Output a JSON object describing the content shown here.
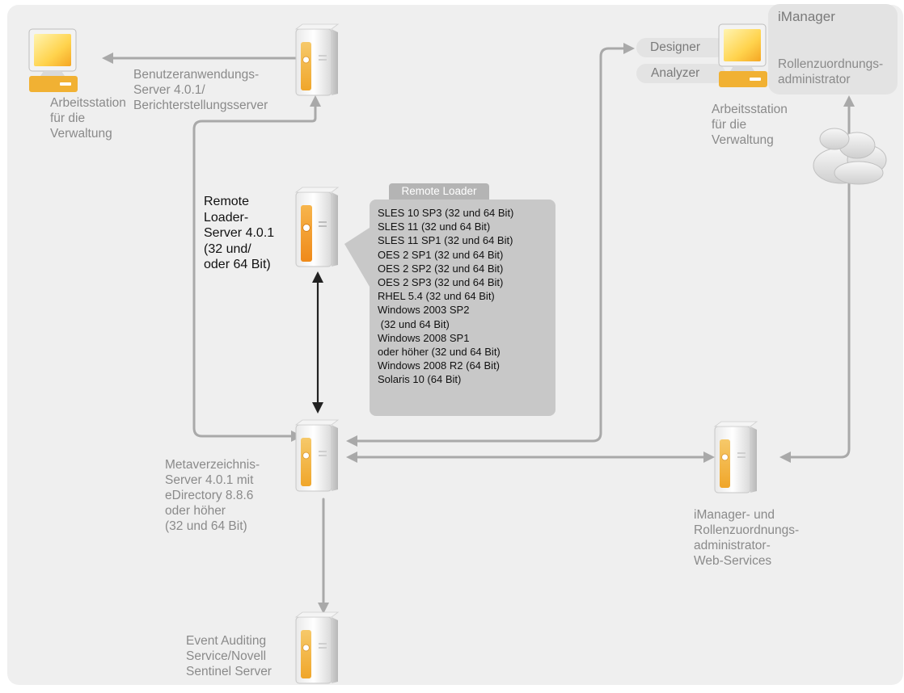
{
  "workstation_left": {
    "lines": [
      "Arbeitsstation",
      "für die",
      "Verwaltung"
    ]
  },
  "user_app_server": {
    "lines": [
      "Benutzeranwendungs-",
      "Server 4.0.1/",
      "Berichterstellungsserver"
    ]
  },
  "remote_loader_server": {
    "lines": [
      "Remote",
      "Loader-",
      "Server 4.0.1",
      "(32 und/",
      "oder 64 Bit)"
    ]
  },
  "remote_loader_box": {
    "tab_label": "Remote Loader",
    "items": [
      "SLES 10 SP3 (32 und 64 Bit)",
      "SLES 11 (32 und 64 Bit)",
      "SLES 11 SP1 (32 und 64 Bit)",
      "OES 2 SP1 (32 und 64 Bit)",
      "OES 2 SP2 (32 und 64 Bit)",
      "OES 2 SP3 (32 und 64 Bit)",
      "RHEL 5.4 (32 und 64 Bit)",
      "Windows 2003 SP2",
      " (32 und 64 Bit)",
      "Windows 2008 SP1",
      "oder höher (32 und 64 Bit)",
      "Windows 2008 R2 (64 Bit)",
      "Solaris 10 (64 Bit)"
    ]
  },
  "metadirectory_server": {
    "lines": [
      "Metaverzeichnis-",
      "Server 4.0.1 mit",
      "eDirectory 8.8.6",
      "oder höher",
      "(32 und 64 Bit)"
    ]
  },
  "event_auditing_server": {
    "lines": [
      "Event Auditing",
      "Service/Novell",
      "Sentinel Server"
    ]
  },
  "workstation_right": {
    "designer": "Designer",
    "analyzer": "Analyzer",
    "imanager": "iManager",
    "role_mapping_lines": [
      "Rollenzuordnungs-",
      "administrator"
    ],
    "lines": [
      "Arbeitsstation",
      "für die",
      "Verwaltung"
    ]
  },
  "imanager_web_services": {
    "lines": [
      "iManager- und",
      "Rollenzuordnungs-",
      "administrator-",
      "Web-Services"
    ]
  },
  "colors": {
    "panel_background": "#efefef",
    "connector_gray": "#a9a9a9",
    "connector_dark": "#222222",
    "server_orange": "#f2b23c",
    "callout_gray": "#c8c8c8"
  }
}
